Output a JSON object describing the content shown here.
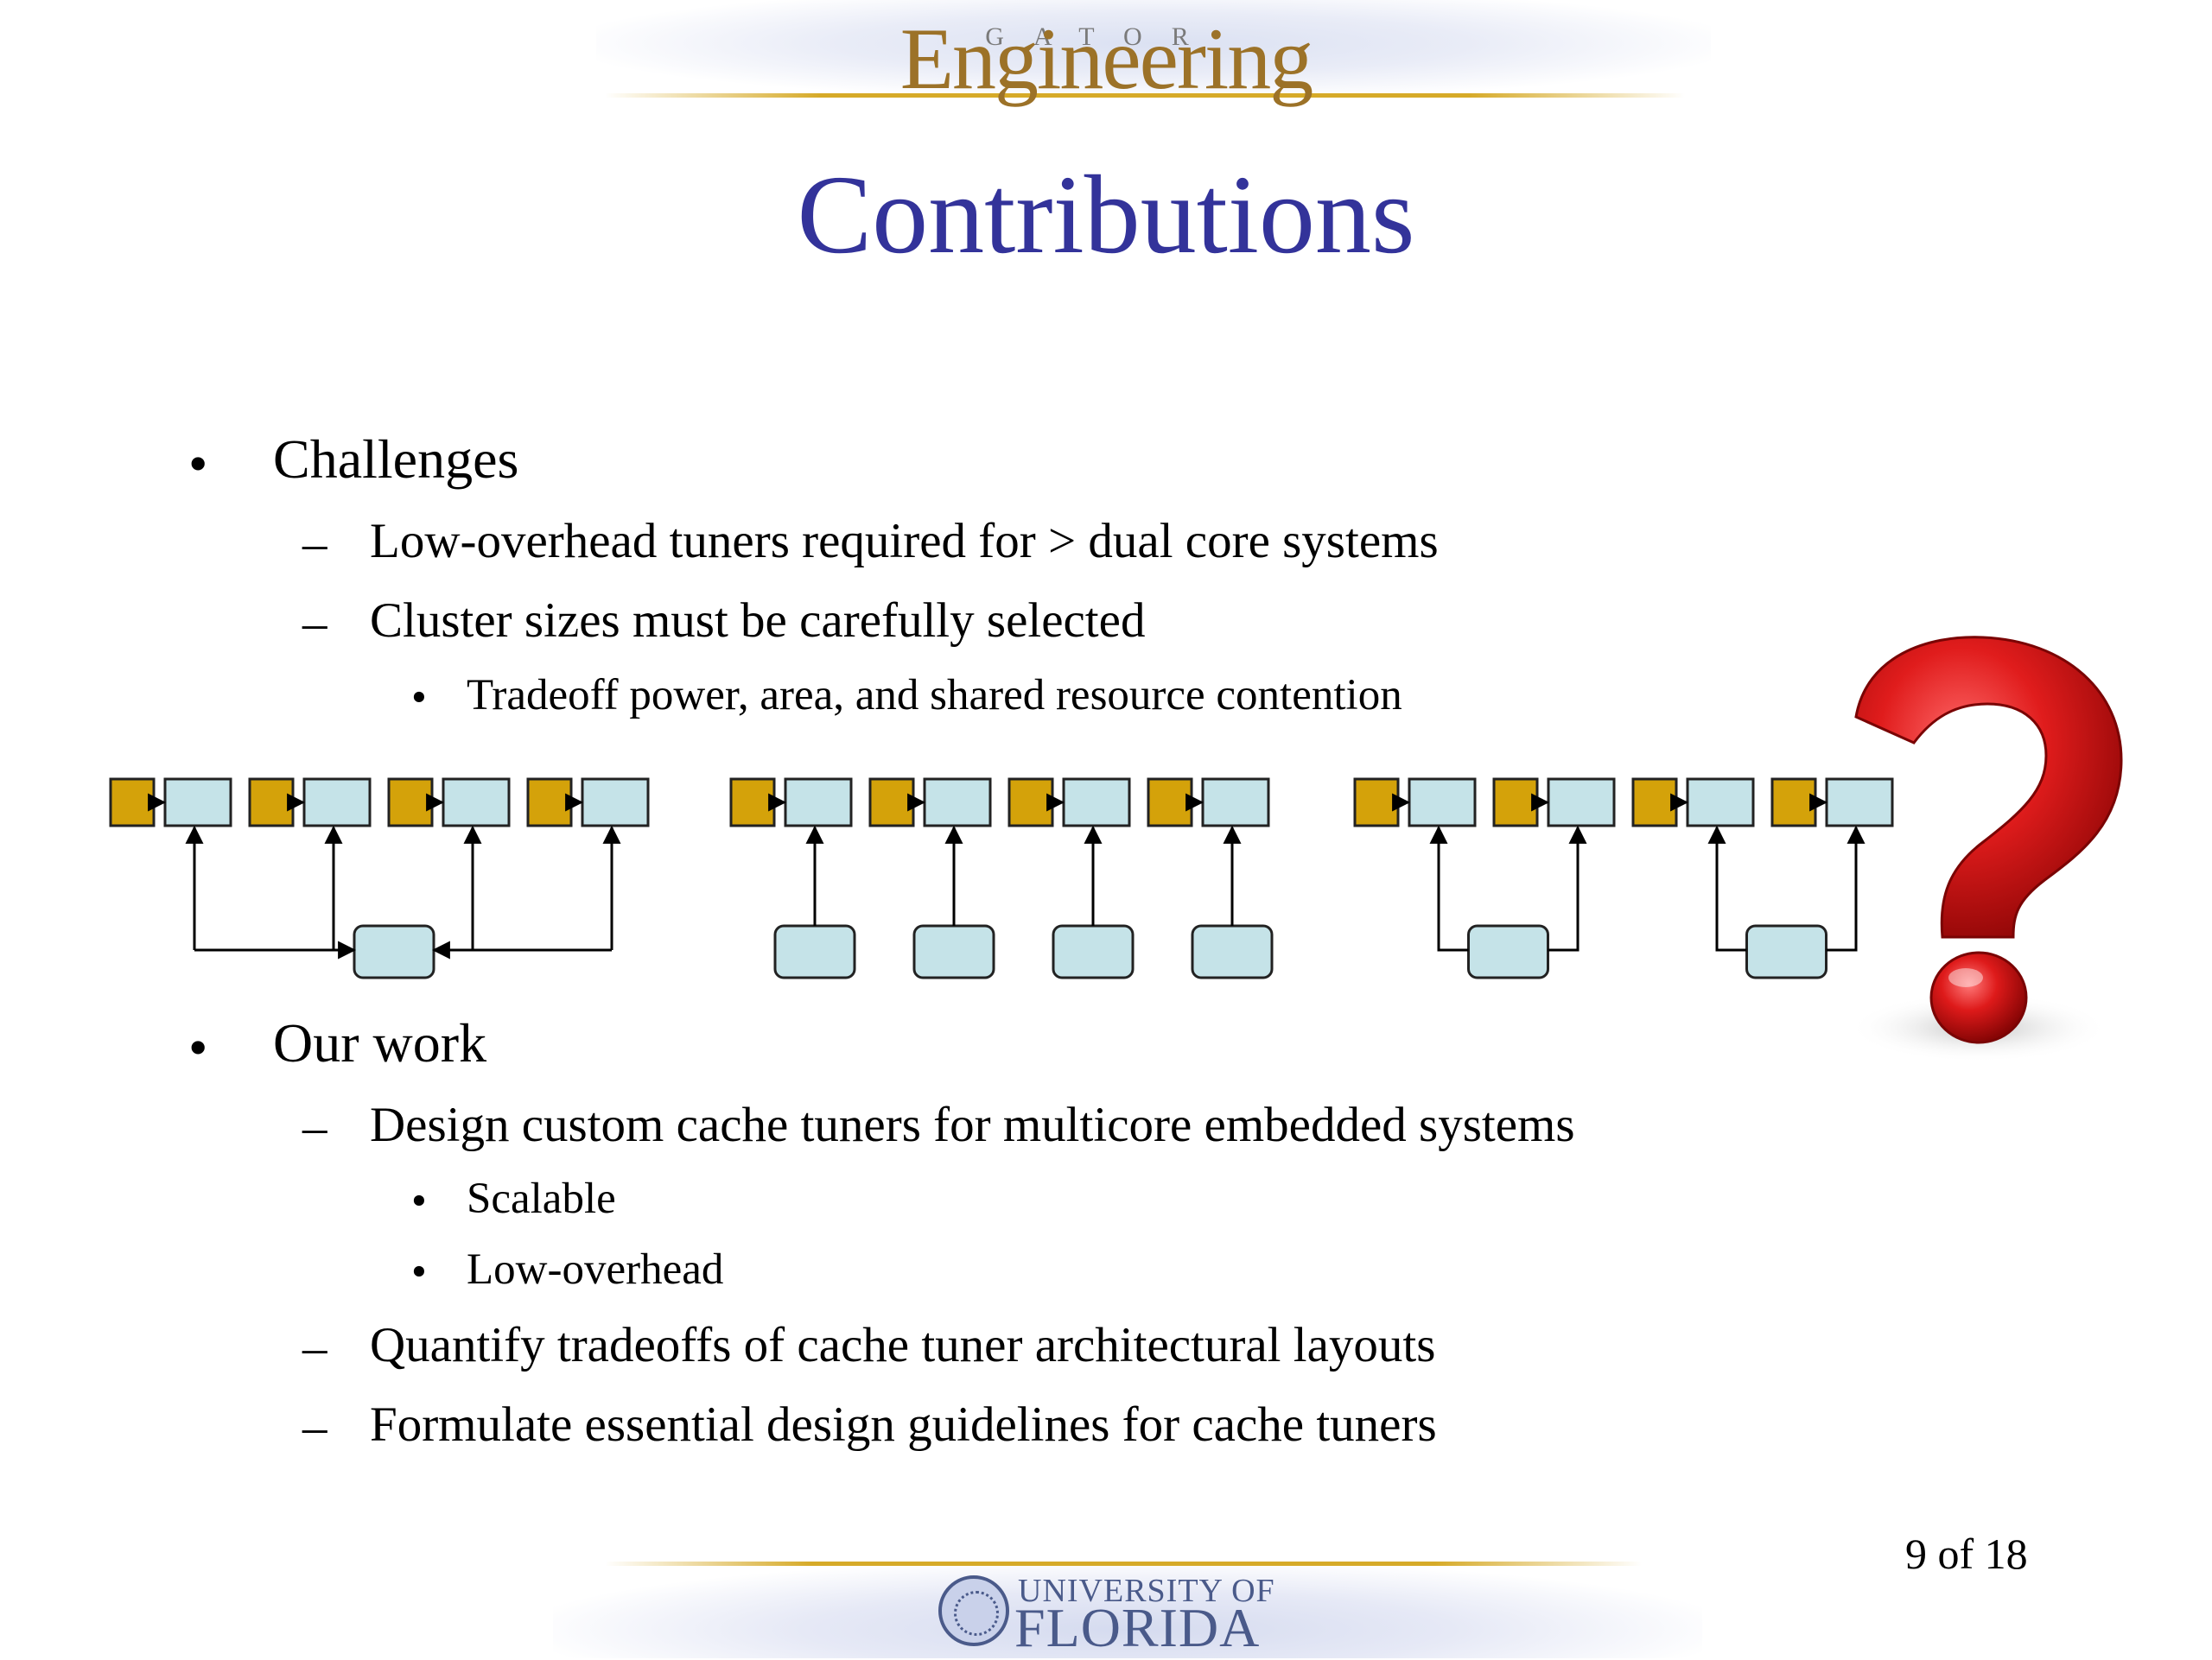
{
  "header": {
    "gator": "GATOR",
    "engineering": "Engineering"
  },
  "title": "Contributions",
  "challenges": {
    "bullet": "•",
    "label": "Challenges",
    "items": [
      {
        "marker": "–",
        "text": "Low-overhead tuners required for > dual core systems"
      },
      {
        "marker": "–",
        "text": "Cluster sizes must be carefully selected"
      }
    ],
    "subitems": [
      {
        "marker": "•",
        "text": "Tradeoff power, area, and shared resource contention"
      }
    ]
  },
  "our_work": {
    "bullet": "•",
    "label": "Our work",
    "items": [
      {
        "marker": "–",
        "text": "Design custom cache tuners for multicore embedded systems"
      },
      {
        "marker": "–",
        "text": "Quantify tradeoffs of cache tuner architectural layouts"
      },
      {
        "marker": "–",
        "text": "Formulate essential design guidelines for cache tuners"
      }
    ],
    "subitems": [
      {
        "marker": "•",
        "text": "Scalable"
      },
      {
        "marker": "•",
        "text": "Low-overhead"
      }
    ]
  },
  "diagram": {
    "core_color": "#d4a20a",
    "cache_color": "#c5e3e8",
    "tuner_color": "#c5e3e8",
    "layouts": [
      "single-shared-tuner",
      "private-tuners",
      "clustered-tuners"
    ]
  },
  "question_mark_color": "#d01818",
  "page_number": "9 of 18",
  "footer": {
    "line1": "UNIVERSITY OF",
    "line2": "FLORIDA"
  }
}
